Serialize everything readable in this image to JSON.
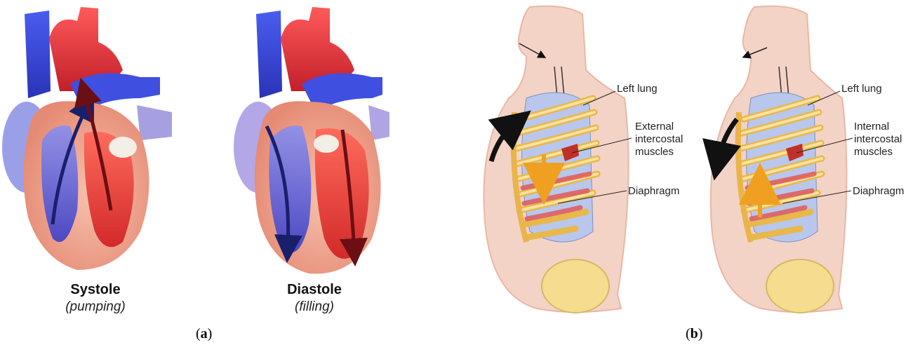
{
  "panel_a": {
    "label_letter": "a",
    "heart_left": {
      "title": "Systole",
      "subtitle": "(pumping)"
    },
    "heart_right": {
      "title": "Diastole",
      "subtitle": "(filling)"
    }
  },
  "panel_b": {
    "label_letter": "b",
    "inhale": {
      "lung_label": "Left lung",
      "muscle_label_lines": [
        "External",
        "intercostal",
        "muscles"
      ],
      "diaphragm_label": "Diaphragm"
    },
    "exhale": {
      "lung_label": "Left lung",
      "muscle_label_lines": [
        "Internal",
        "intercostal",
        "muscles"
      ],
      "diaphragm_label": "Diaphragm"
    }
  },
  "colors": {
    "deoxygenated_blood": "#3a4fd6",
    "oxygenated_blood": "#e0333a",
    "heart_muscle": "#f0a58c",
    "skin": "#f3d3c6",
    "rib": "#f2c85a",
    "lung": "#b9c7ec",
    "diaphragm_muscle": "#e05a5a",
    "movement_arrow": "#f0a020"
  }
}
